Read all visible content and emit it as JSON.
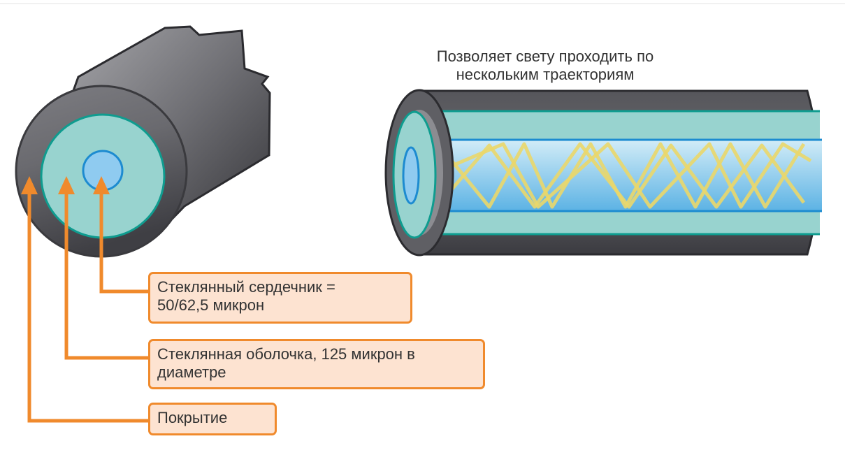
{
  "colors": {
    "jacket": "#616166",
    "cladding": "#98d3cf",
    "core": "#8fcbf0",
    "teal_stroke": "#0f9c8f",
    "core_stroke": "#1d8bd0",
    "ray": "#ead76a",
    "arrow": "#f08a2c",
    "callout_fill": "#fde3d1"
  },
  "diagram": {
    "caption_line1": "Позволяет свету проходить по",
    "caption_line2": "нескольким траекториям",
    "callouts": [
      {
        "line1": "Стеклянный сердечник =",
        "line2": "50/62,5 микрон"
      },
      {
        "line1": "Стеклянная оболочка, 125 микрон в",
        "line2": "диаметре"
      },
      {
        "line1": "Покрытие",
        "line2": ""
      }
    ],
    "icons": {
      "cross_section": "fiber-cross-section-icon",
      "side_view": "fiber-side-view-icon"
    }
  }
}
